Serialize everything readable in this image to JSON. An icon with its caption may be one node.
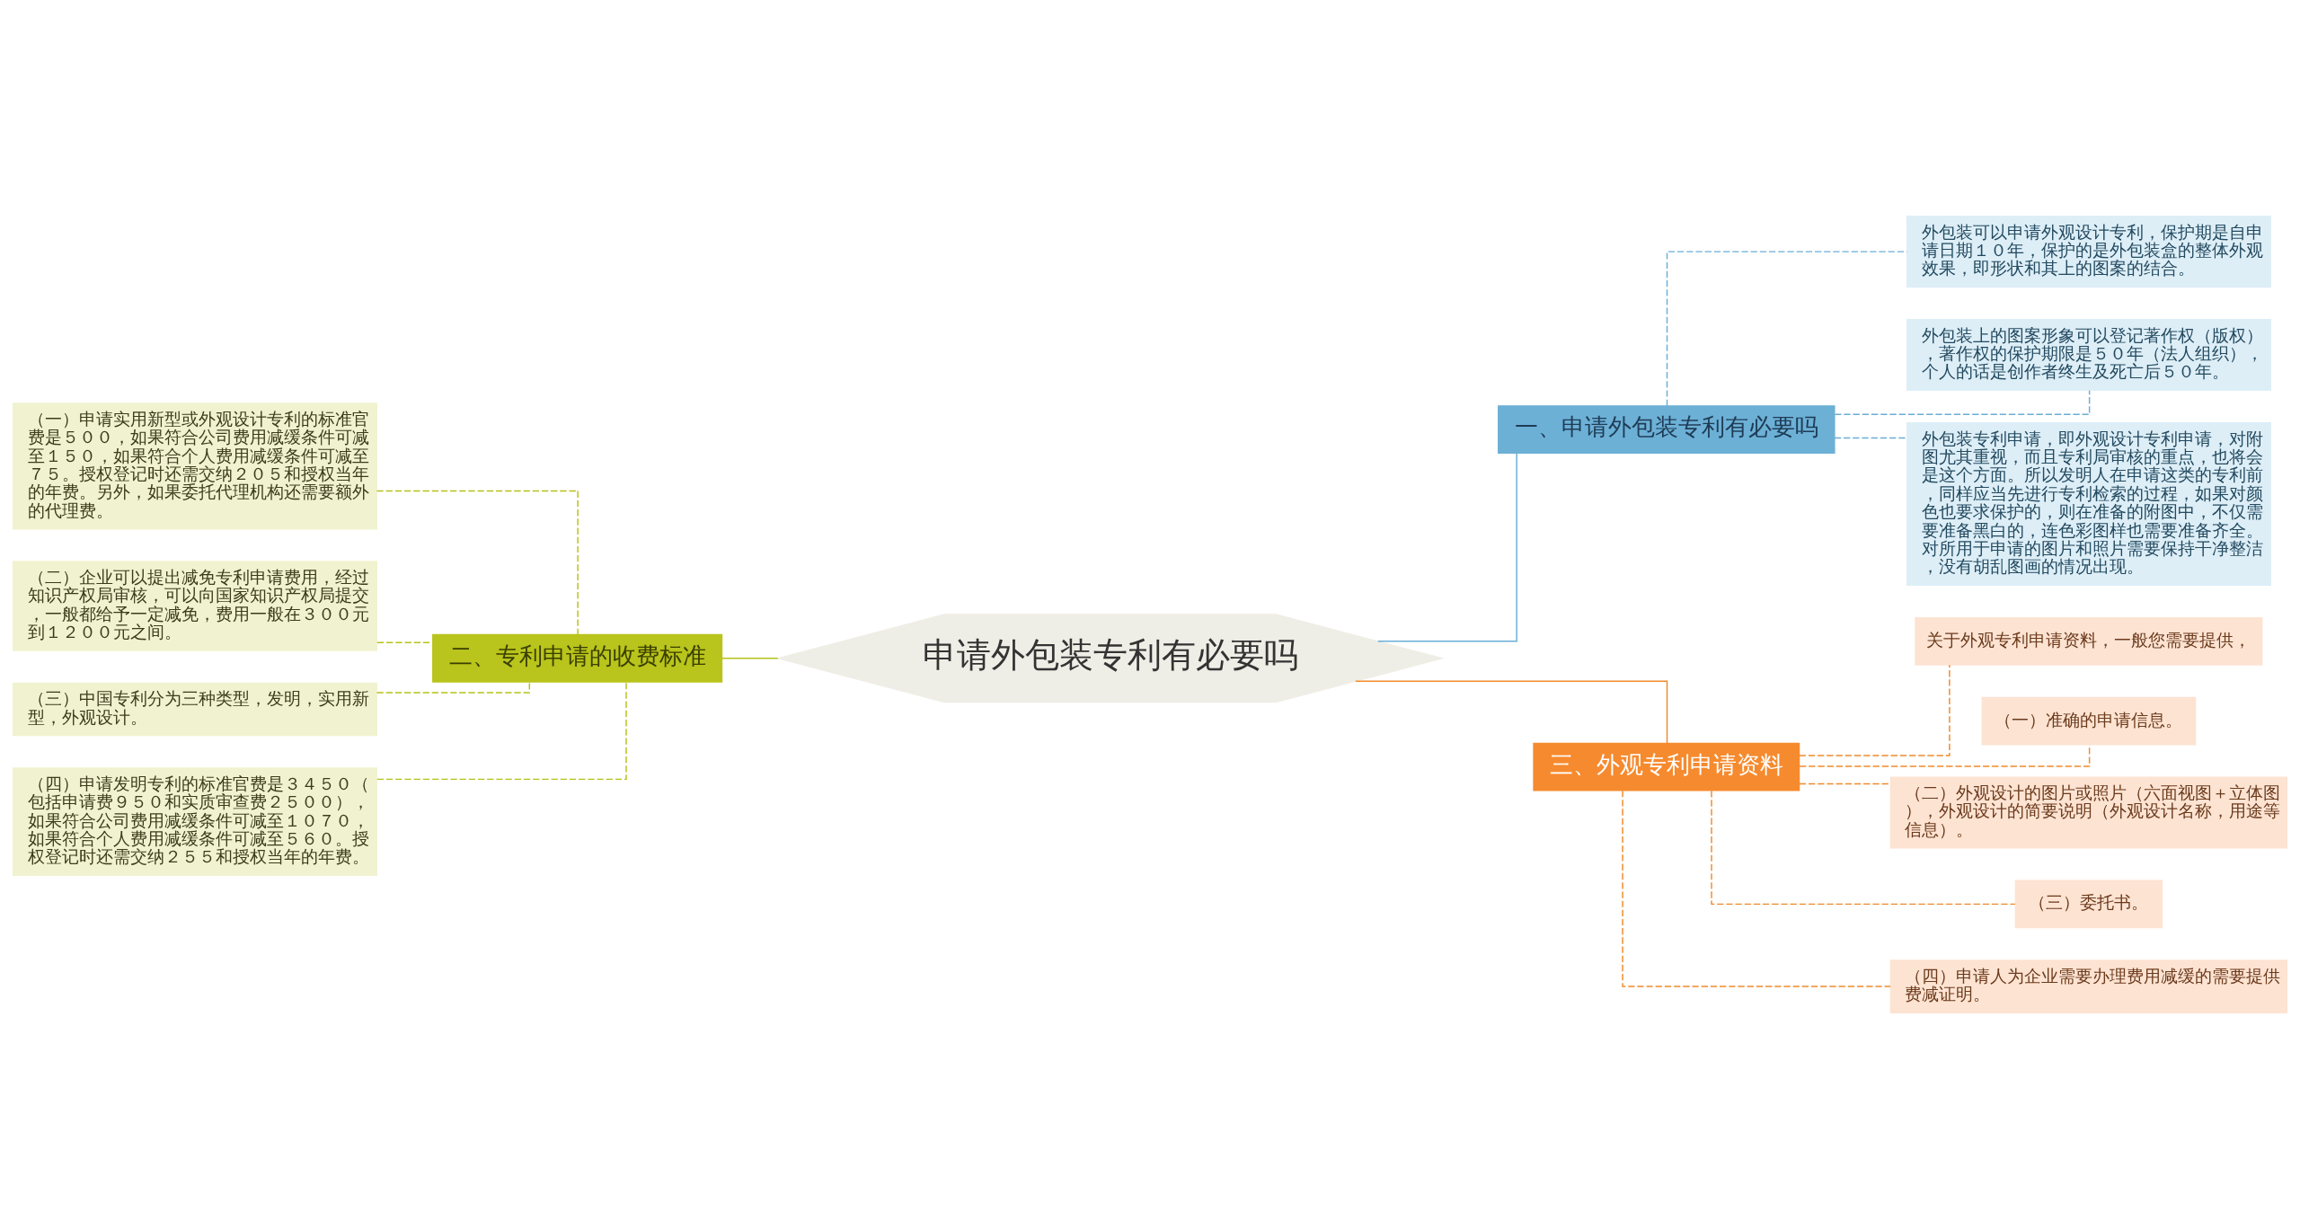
{
  "diagram": {
    "nodes": [
      {
        "text": [
          "申请外包装专利有必要吗"
        ]
      },
      {
        "text": [
          "一、申请外包装专利有必要吗"
        ]
      },
      {
        "text": [
          "外包装可以申请外观设计专利，保护期是自申请日期１０年，保护的是外包装盒的整体外观效果，即形状和其上的图案的结合。"
        ]
      },
      {
        "text": [
          "外包装上的图案形象可以登记著作权（版权），著作权的保护期限是５０年（法人组织），个人的话是创作者终生及死亡后５０年。"
        ]
      },
      {
        "text": [
          "外包装专利申请，即外观设计专利申请，对附图尤其重视，而且专利局审核的重点，也将会是这个方面。所以发明人在申请这类的专利前，同样应当先进行专利检索的过程，如果对颜色也要求保护的，则在准备的附图中，不仅需要准备黑白的，连色彩图样也需要准备齐全。对所用于申请的图片和照片需要保持干净整洁，没有胡乱图画的情况出现。"
        ]
      },
      {
        "text": [
          "二、专利申请的收费标准"
        ]
      },
      {
        "text": [
          "（一）申请实用新型或外观设计专利的标准官费是５００，如果符合公司费用减缓条件可减至１５０，如果符合个人费用减缓条件可减至７５。授权登记时还需交纳２０５和授权当年的年费。另外，如果委托代理机构还需要额外的代理费。"
        ]
      },
      {
        "text": [
          "（二）企业可以提出减免专利申请费用，经过知识产权局审核，可以向国家知识产权局提交，一般都给予一定减免，费用一般在３００元到１２００元之间。"
        ]
      },
      {
        "text": [
          "（三）中国专利分为三种类型，发明，实用新型，外观设计。"
        ]
      },
      {
        "text": [
          "（四）申请发明专利的标准官费是３４５０（包括申请费９５０和实质审查费２５００），如果符合公司费用减缓条件可减至１０７０，如果符合个人费用减缓条件可减至５６０。授权登记时还需交纳２５５和授权当年的年费。"
        ]
      },
      {
        "text": [
          "三、外观专利申请资料"
        ]
      },
      {
        "text": [
          "关于外观专利申请资料，一般您需要提供，"
        ]
      },
      {
        "text": [
          "（一）准确的申请信息。"
        ]
      },
      {
        "text": [
          "（二）外观设计的图片或照片（六面视图＋立体图），外观设计的简要说明（外观设计名称，用途等信息）。"
        ]
      },
      {
        "text": [
          "（三）委托书。"
        ]
      },
      {
        "text": [
          "（四）申请人为企业需要办理费用减缓的需要提供费减证明。"
        ]
      }
    ],
    "edges": [
      {
        "from": 0,
        "to": 1,
        "arrow": "none",
        "color": "#6aaed6"
      },
      {
        "from": 1,
        "to": 2,
        "arrow": "none",
        "style": "dashed",
        "color": "#6aaed6"
      },
      {
        "from": 1,
        "to": 3,
        "arrow": "none",
        "style": "dashed",
        "color": "#6aaed6"
      },
      {
        "from": 1,
        "to": 4,
        "arrow": "none",
        "style": "dashed",
        "color": "#6aaed6"
      },
      {
        "from": 0,
        "to": 5,
        "arrow": "none",
        "color": "#b5c219"
      },
      {
        "from": 5,
        "to": 6,
        "arrow": "none",
        "style": "dashed",
        "color": "#b5c219"
      },
      {
        "from": 5,
        "to": 7,
        "arrow": "none",
        "style": "dashed",
        "color": "#b5c219"
      },
      {
        "from": 5,
        "to": 8,
        "arrow": "none",
        "style": "dashed",
        "color": "#b5c219"
      },
      {
        "from": 5,
        "to": 9,
        "arrow": "none",
        "style": "dashed",
        "color": "#b5c219"
      },
      {
        "from": 0,
        "to": 10,
        "arrow": "none"
      },
      {
        "from": 10,
        "to": 11,
        "arrow": "none",
        "style": "dashed"
      },
      {
        "from": 10,
        "to": 12,
        "arrow": "none",
        "style": "dashed"
      },
      {
        "from": 10,
        "to": 13,
        "arrow": "none",
        "style": "dashed"
      },
      {
        "from": 10,
        "to": 14,
        "arrow": "none",
        "style": "dashed"
      },
      {
        "from": 10,
        "to": 15,
        "arrow": "none",
        "style": "dashed"
      }
    ]
  }
}
